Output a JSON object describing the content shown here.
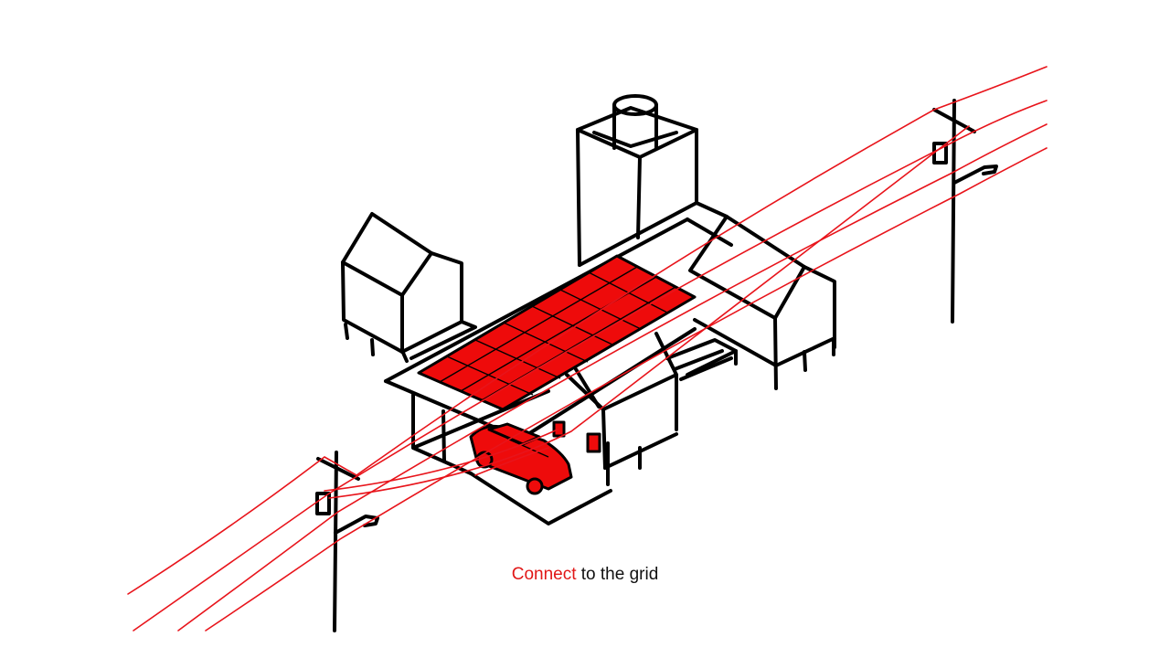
{
  "caption": {
    "highlight": "Connect",
    "rest": " to the grid"
  },
  "colors": {
    "accent": "#e11717",
    "ink": "#000000",
    "background": "#ffffff"
  },
  "illustration": {
    "elements": [
      "house",
      "solar-panel-array",
      "electric-car",
      "utility-poles",
      "power-lines",
      "water-tank",
      "chimney-tower"
    ]
  }
}
